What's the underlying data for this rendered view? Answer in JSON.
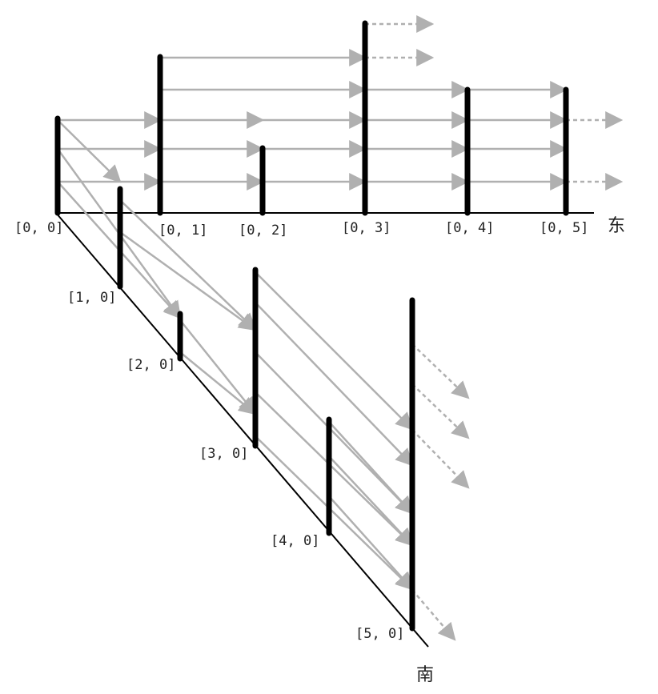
{
  "axes": {
    "east_label": "东",
    "south_label": "南"
  },
  "east_row": [
    {
      "label": "[0, 0]",
      "height": 3
    },
    {
      "label": "[0, 1]",
      "height": 5
    },
    {
      "label": "[0, 2]",
      "height": 2
    },
    {
      "label": "[0, 3]",
      "height": 6
    },
    {
      "label": "[0, 4]",
      "height": 4
    },
    {
      "label": "[0, 5]",
      "height": 4
    }
  ],
  "south_row": [
    {
      "label": "[1, 0]",
      "height": 3
    },
    {
      "label": "[2, 0]",
      "height": 1
    },
    {
      "label": "[3, 0]",
      "height": 6
    },
    {
      "label": "[4, 0]",
      "height": 4
    },
    {
      "label": "[5, 0]",
      "height": 11
    }
  ],
  "colors": {
    "pillar": "#000000",
    "ray": "#b0b0b0",
    "axis": "#000000"
  }
}
